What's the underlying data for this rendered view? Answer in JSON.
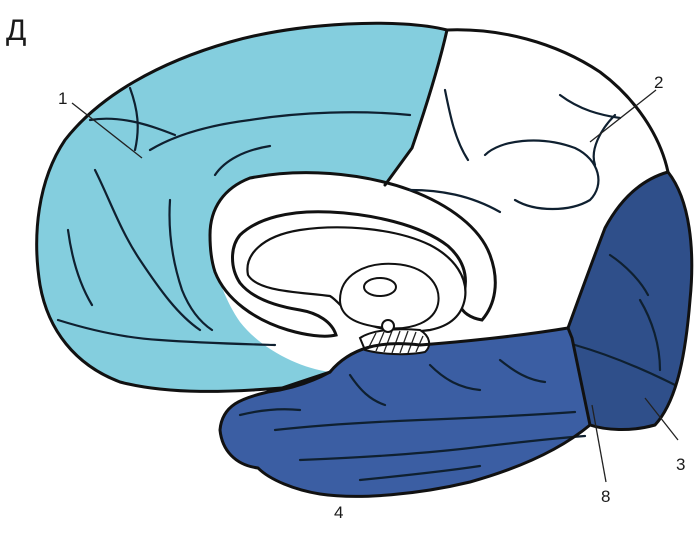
{
  "figure": {
    "panel_letter": "Д",
    "labels": {
      "l1": "1",
      "l2": "2",
      "l3": "3",
      "l4": "4",
      "l8": "8"
    }
  },
  "colors": {
    "frontal": "#84cede",
    "parietal": "#ffffff",
    "occipital": "#2f4f8a",
    "temporal": "#3b5ea3",
    "outline": "#111111"
  }
}
